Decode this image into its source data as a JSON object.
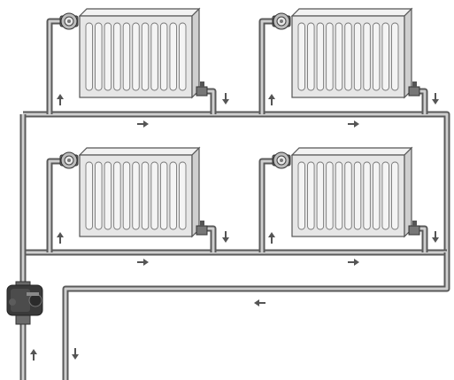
{
  "diagram": {
    "description_text": "",
    "radiators": [
      {
        "id": "top-left"
      },
      {
        "id": "top-right"
      },
      {
        "id": "bottom-left"
      },
      {
        "id": "bottom-right"
      }
    ],
    "flow_arrows": [
      {
        "id": "riser-1",
        "direction": "up"
      },
      {
        "id": "return-drop-1",
        "direction": "down"
      },
      {
        "id": "riser-2",
        "direction": "up"
      },
      {
        "id": "return-drop-2",
        "direction": "down"
      },
      {
        "id": "main-1a",
        "direction": "right"
      },
      {
        "id": "main-1b",
        "direction": "right"
      },
      {
        "id": "riser-3",
        "direction": "up"
      },
      {
        "id": "return-drop-3",
        "direction": "down"
      },
      {
        "id": "riser-4",
        "direction": "up"
      },
      {
        "id": "return-drop-4",
        "direction": "down"
      },
      {
        "id": "main-2a",
        "direction": "right"
      },
      {
        "id": "main-2b",
        "direction": "right"
      },
      {
        "id": "return-main",
        "direction": "left"
      },
      {
        "id": "pump-out",
        "direction": "up"
      },
      {
        "id": "return-out",
        "direction": "down"
      }
    ],
    "colors": {
      "pipe_outer": "#5a5a5a",
      "pipe_inner": "#cfcfcf",
      "radiator": "#e6e6e6",
      "pump": "#3a3a3a",
      "arrow": "#555555"
    }
  }
}
